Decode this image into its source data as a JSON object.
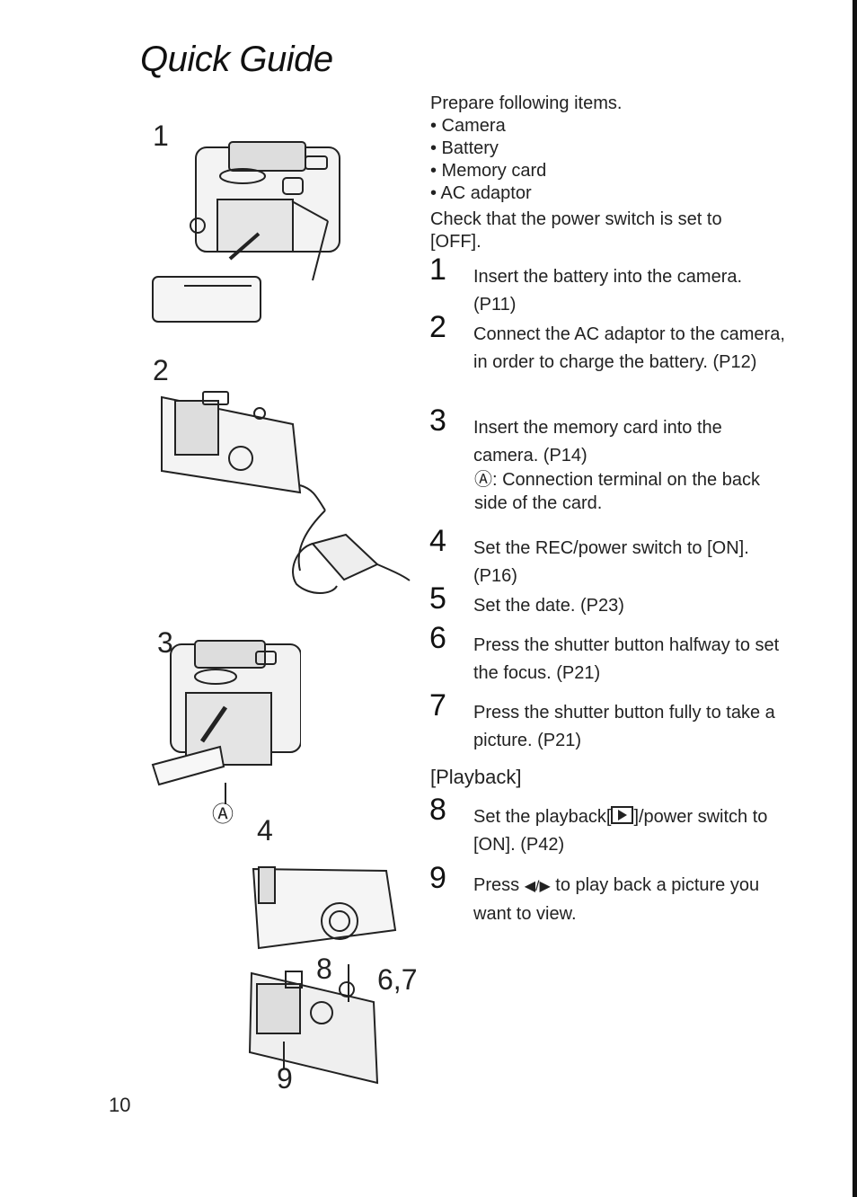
{
  "page": {
    "title": "Quick Guide",
    "page_number": "10"
  },
  "figures": [
    {
      "label": "1"
    },
    {
      "label": "2"
    },
    {
      "label": "3"
    },
    {
      "label": "4"
    }
  ],
  "figure_labels": {
    "a": "Ⓐ",
    "eight": "8",
    "six_seven": "6,7",
    "nine": "9"
  },
  "intro": {
    "heading": "Prepare following items.",
    "items": [
      "• Camera",
      "• Battery",
      "• Memory card",
      "• AC adaptor"
    ]
  },
  "check_text": "Check that the power switch is set to [OFF].",
  "steps": [
    {
      "number": "1",
      "text": "Insert the battery into the camera. (P11)"
    },
    {
      "number": "2",
      "text": "Connect the AC adaptor to the camera, in order to charge the battery. (P12)"
    },
    {
      "number": "3",
      "text": "Insert the memory card into the camera. (P14)"
    },
    {
      "number": "4",
      "text": "Set the REC/power switch to [ON]. (P16)"
    },
    {
      "number": "5",
      "text": "Set the date. (P23)"
    },
    {
      "number": "6",
      "text": "Press the shutter button halfway to set the focus. (P21)"
    },
    {
      "number": "7",
      "text": "Press the shutter button fully to take a picture. (P21)"
    }
  ],
  "step3_note": "Ⓐ: Connection terminal on the back side of the card.",
  "playback": {
    "heading": "[Playback]",
    "step8": {
      "number": "8",
      "text_before": "Set the playback[",
      "text_after": "]/power switch to [ON]. (P42)"
    },
    "step9": {
      "number": "9",
      "text_before": "Press ",
      "arrows": "◀/▶",
      "text_after": " to play back a picture you want to view."
    }
  }
}
